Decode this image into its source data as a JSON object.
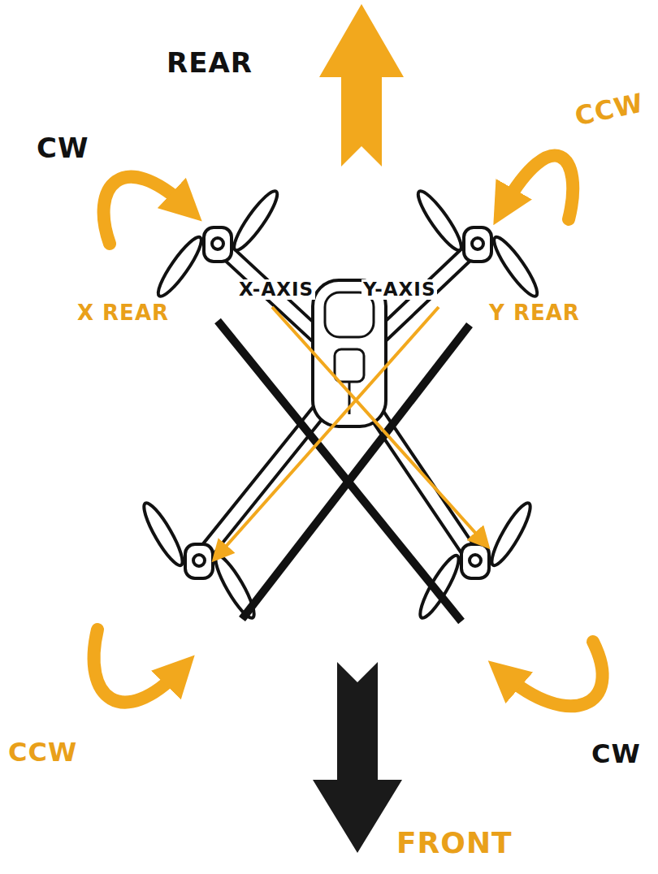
{
  "diagram": {
    "labels": [
      "REAR",
      "CW",
      "CCW",
      "X-AXIS",
      "Y-AXIS",
      "X REAR",
      "Y REAR",
      "CCW",
      "CW",
      "FRONT"
    ]
  }
}
